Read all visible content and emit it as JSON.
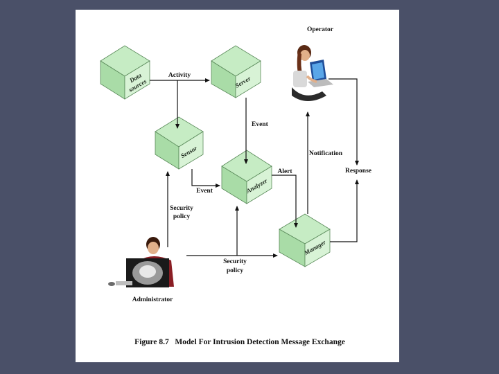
{
  "figure": {
    "caption": "Figure 8.7   Model For Intrusion Detection Message Exchange"
  },
  "nodes": {
    "data_sources": {
      "line1": "Data",
      "line2": "sources"
    },
    "server": {
      "label": "Server"
    },
    "sensor": {
      "label": "Sensor"
    },
    "analyzer": {
      "label": "Analyzer"
    },
    "manager": {
      "label": "Manager"
    },
    "operator": {
      "label": "Operator"
    },
    "administrator": {
      "label": "Administrator"
    }
  },
  "edges": {
    "activity": "Activity",
    "event_server": "Event",
    "event_sensor": "Event",
    "alert": "Alert",
    "notification": "Notification",
    "response": "Response",
    "security_policy_sensor": {
      "line1": "Security",
      "line2": "policy"
    },
    "security_policy_analyzer": {
      "line1": "Security",
      "line2": "policy"
    }
  },
  "colors": {
    "cube_top": "#c6ecc4",
    "cube_left": "#a9dca7",
    "cube_right": "#d8f3d6",
    "cube_edge": "#5a8a5a",
    "background": "#4a5068",
    "sheet": "#ffffff"
  }
}
